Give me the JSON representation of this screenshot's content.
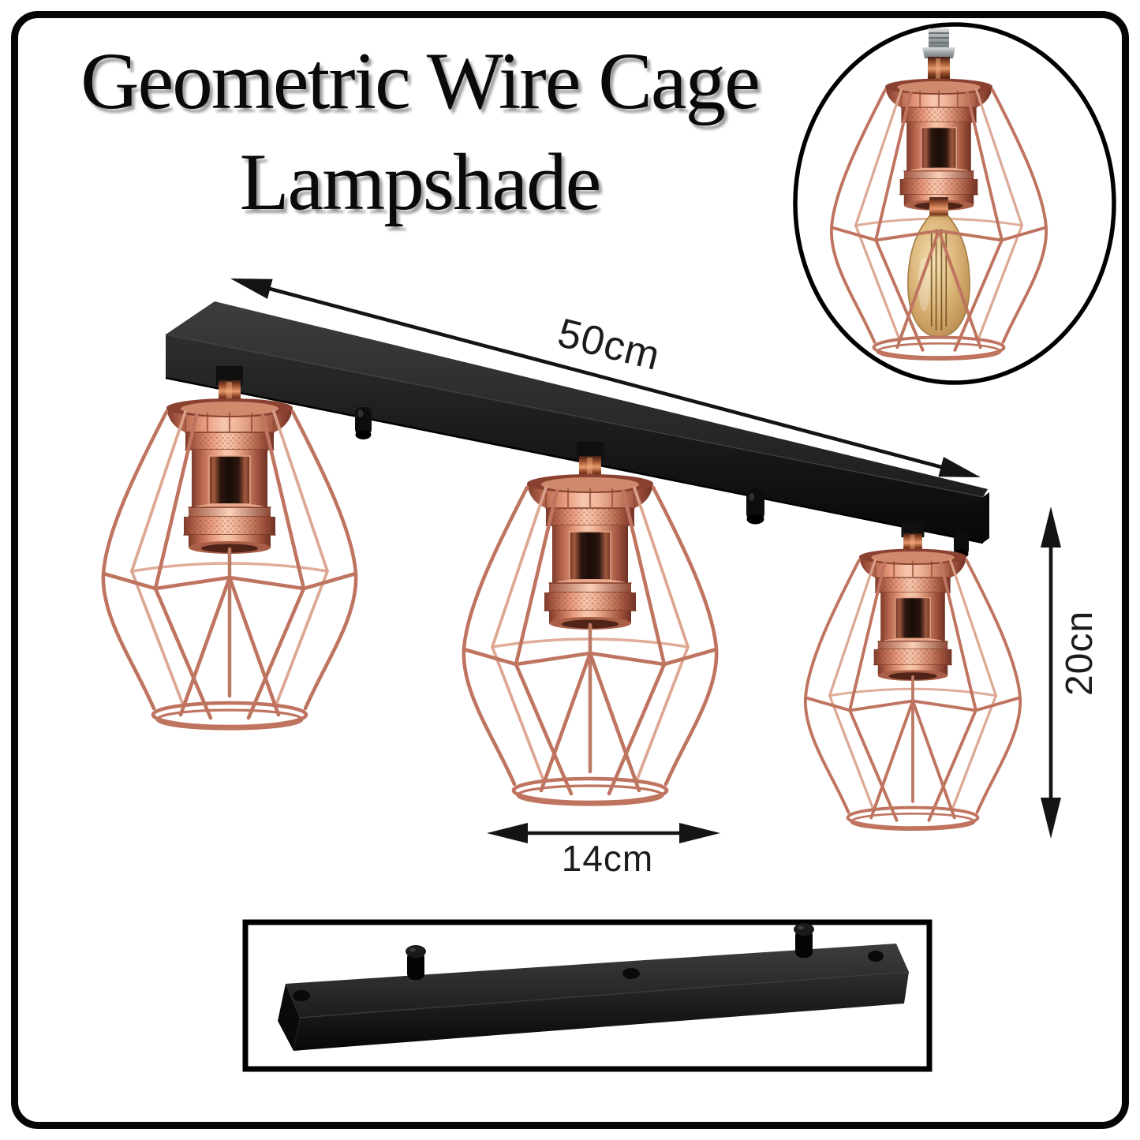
{
  "title": {
    "line1": "Geometric Wire Cage",
    "line2": "Lampshade"
  },
  "dimension_labels": {
    "bar_length": "50cm",
    "fixture_height": "20cn",
    "shade_width": "14cm"
  },
  "colors": {
    "rose_gold_light": "#f4c3a8",
    "rose_gold": "#c9806a",
    "rose_gold_dark": "#8a4634",
    "bar_black": "#1a1a1a",
    "bulb_amber": "#d9b682",
    "border_black": "#000000",
    "background_white": "#ffffff"
  }
}
